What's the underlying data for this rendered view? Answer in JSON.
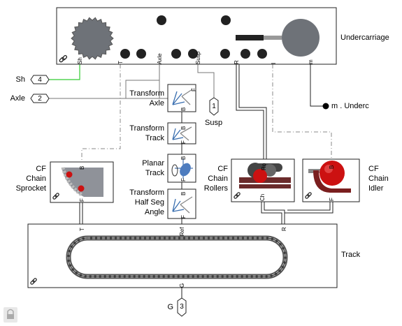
{
  "blocks": {
    "undercarriage": {
      "label": "Undercarriage",
      "ports": [
        "Sh",
        "T",
        "Axle",
        "Susp",
        "R",
        "I",
        "m"
      ]
    },
    "transform_axle": {
      "label": [
        "Transform",
        "Axle"
      ],
      "ports": [
        "B",
        "F"
      ]
    },
    "transform_track": {
      "label": [
        "Transform",
        "Track"
      ],
      "ports": [
        "B",
        "F"
      ]
    },
    "planar_track": {
      "label": [
        "Planar",
        "Track"
      ],
      "ports": [
        "B",
        "F"
      ]
    },
    "transform_half_seg": {
      "label": [
        "Transform",
        "Half Seg",
        "Angle"
      ],
      "ports": [
        "B",
        "F"
      ]
    },
    "cf_chain_sprocket": {
      "label": [
        "CF",
        "Chain",
        "Sprocket"
      ],
      "ports": [
        "B",
        "F"
      ]
    },
    "cf_chain_rollers": {
      "label": [
        "CF",
        "Chain",
        "Rollers"
      ],
      "ports": [
        "Ro",
        "Ch"
      ]
    },
    "cf_chain_idler": {
      "label": [
        "CF",
        "Chain",
        "Idler"
      ],
      "ports": [
        "B",
        "F"
      ]
    },
    "track": {
      "label": "Track",
      "ports": [
        "T",
        "R",
        "Ref",
        "G"
      ]
    }
  },
  "ports": {
    "sh": {
      "label": "Sh",
      "number": "4"
    },
    "axle": {
      "label": "Axle",
      "number": "2"
    },
    "susp": {
      "label": "Susp",
      "number": "1"
    },
    "g": {
      "label": "G",
      "number": "3"
    }
  },
  "measurement": {
    "label": "m . Underc"
  },
  "colors": {
    "sh_line": "#33cc33",
    "signal_line": "#777777",
    "block_border": "#222222",
    "sprocket_fill": "#6e7278",
    "roller_red": "#cc1111",
    "chain_dark": "#3a3a3a"
  }
}
